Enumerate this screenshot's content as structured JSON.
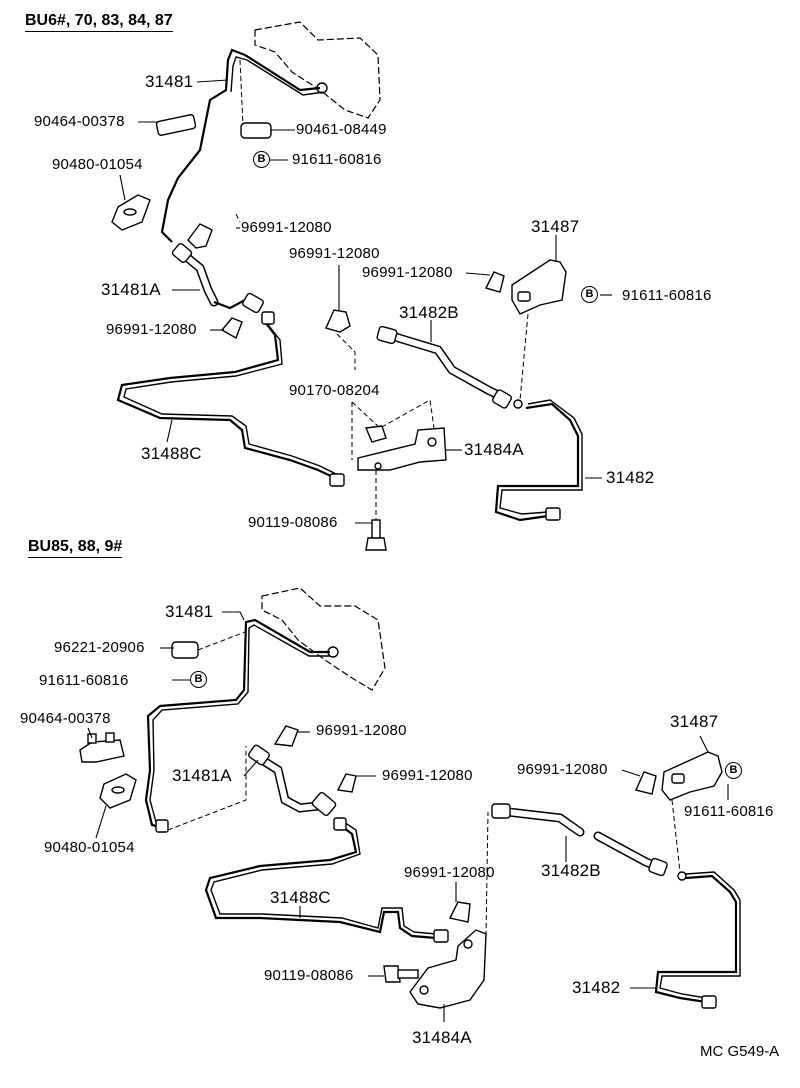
{
  "sections": [
    {
      "header": "BU6#, 70, 83, 84, 87",
      "labels": {
        "p31481": "31481",
        "p90464": "90464-00378",
        "p90461": "90461-08449",
        "p91611": "91611-60816",
        "p90480": "90480-01054",
        "p96991a": "96991-12080",
        "p96991b": "96991-12080",
        "p96991c": "96991-12080",
        "p96991d": "96991-12080",
        "p31487": "31487",
        "p91611b": "91611-60816",
        "p31481A": "31481A",
        "p31482B": "31482B",
        "p90170": "90170-08204",
        "p31484A": "31484A",
        "p31488C": "31488C",
        "p31482": "31482",
        "p90119": "90119-08086"
      },
      "markers": {
        "b1": "B",
        "b2": "B"
      }
    },
    {
      "header": "BU85, 88, 9#",
      "labels": {
        "p31481": "31481",
        "p96221": "96221-20906",
        "p91611": "91611-60816",
        "p90464": "90464-00378",
        "p96991a": "96991-12080",
        "p31481A": "31481A",
        "p96991b": "96991-12080",
        "p31487": "31487",
        "p96991c": "96991-12080",
        "p91611b": "91611-60816",
        "p90480": "90480-01054",
        "p96991d": "96991-12080",
        "p31482B": "31482B",
        "p31488C": "31488C",
        "p90119": "90119-08086",
        "p31482": "31482",
        "p31484A": "31484A"
      },
      "markers": {
        "b1": "B",
        "b2": "B"
      }
    }
  ],
  "footer_code": "MC G549-A"
}
